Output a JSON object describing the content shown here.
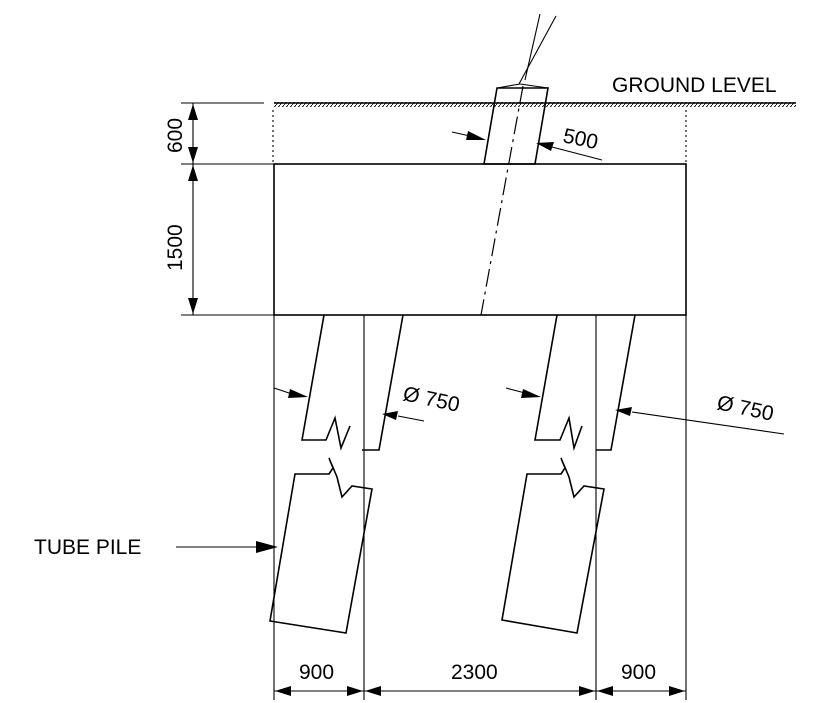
{
  "labels": {
    "ground_level": "GROUND LEVEL",
    "tube_pile": "TUBE PILE",
    "column_width": "500",
    "pile_dia_left": "Ø 750",
    "pile_dia_right": "Ø 750"
  },
  "dimensions": {
    "depth_top": "600",
    "depth_cap": "1500",
    "width_left": "900",
    "width_mid": "2300",
    "width_right": "900"
  }
}
